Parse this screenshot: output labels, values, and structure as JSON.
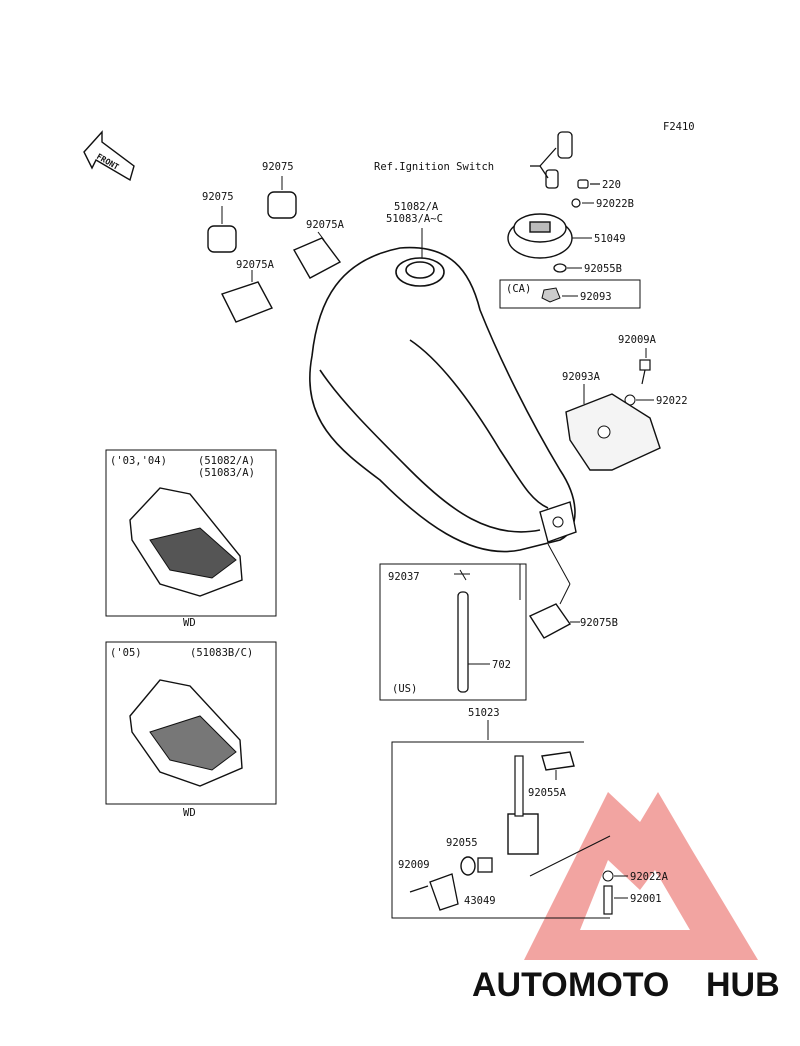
{
  "diagram": {
    "figure_code": "F2410",
    "front_label": "FRONT",
    "ref_note": "Ref.Ignition Switch",
    "parts": {
      "p220": "220",
      "p92022B": "92022B",
      "p51049": "51049",
      "p92055B": "92055B",
      "ca_label": "(CA)",
      "p92093": "92093",
      "p92009A": "92009A",
      "p92093A": "92093A",
      "p92022": "92022",
      "p92075_top": "92075",
      "p92075_left": "92075",
      "p92075A_right": "92075A",
      "p92075A_left": "92075A",
      "p51082A": "51082/A",
      "p51083AC": "51083/A~C",
      "p92075B": "92075B",
      "p92037": "92037",
      "p702": "702",
      "us_label": "(US)",
      "p51023": "51023",
      "p92055A": "92055A",
      "p92055": "92055",
      "p92009": "92009",
      "p43049": "43049",
      "p92022A": "92022A",
      "p92001": "92001"
    },
    "inset_top": {
      "years": "('03,'04)",
      "parts_1": "(51082/A)",
      "parts_2": "(51083/A)",
      "caption": "WD"
    },
    "inset_bottom": {
      "years": "('05)",
      "parts": "(51083B/C)",
      "caption": "WD"
    }
  },
  "watermark": {
    "part1": "AUTO",
    "part2": "MOTO",
    "part3": "HUB",
    "color1": "#f5b16a",
    "color2": "#ee6e66",
    "color3": "#8a8a8a"
  }
}
